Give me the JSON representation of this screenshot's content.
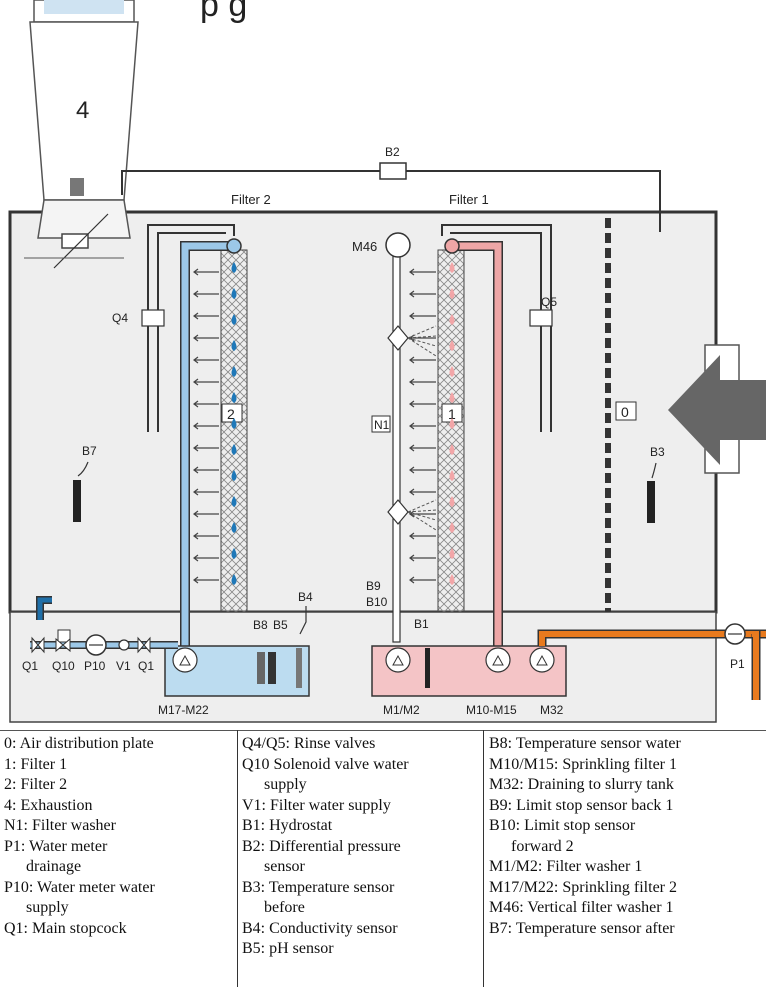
{
  "diagram": {
    "title_fragment": "p g",
    "labels": {
      "exhaust": "4",
      "b2": "B2",
      "filter2": "Filter 2",
      "filter1": "Filter 1",
      "m46": "M46",
      "q4": "Q4",
      "q5": "Q5",
      "box2": "2",
      "n1": "N1",
      "box1": "1",
      "box0": "0",
      "b7": "B7",
      "b3": "B3",
      "b9": "B9",
      "b10": "B10",
      "b4": "B4",
      "b8": "B8",
      "b5": "B5",
      "b1": "B1",
      "q1a": "Q1",
      "q10": "Q10",
      "p10": "P10",
      "v1": "V1",
      "q1b": "Q1",
      "p1": "P1",
      "m17m22": "M17-M22",
      "m1m2": "M1/M2",
      "m10m15": "M10-M15",
      "m32": "M32"
    },
    "colors": {
      "blue_pipe": "#9cc8e8",
      "red_pipe": "#eea6a6",
      "orange_pipe": "#e87a1e",
      "blue_tank": "#bcdcf0",
      "red_tank": "#f4c4c6",
      "frame": "#333333",
      "background": "#eeeeee",
      "arrow": "#666666"
    }
  },
  "legend": {
    "col1": [
      {
        "line1": "0: Air distribution plate"
      },
      {
        "line1": "1: Filter 1"
      },
      {
        "line1": "2: Filter 2"
      },
      {
        "line1": "4: Exhaustion"
      },
      {
        "line1": "N1: Filter washer"
      },
      {
        "line1": "P1: Water meter",
        "line2": "drainage"
      },
      {
        "line1": "P10: Water meter water",
        "line2": "supply"
      },
      {
        "line1": "Q1: Main stopcock"
      }
    ],
    "col2": [
      {
        "line1": "Q4/Q5: Rinse valves"
      },
      {
        "line1": "Q10 Solenoid valve water",
        "line2": "supply"
      },
      {
        "line1": "V1: Filter water supply"
      },
      {
        "line1": "B1: Hydrostat"
      },
      {
        "line1": "B2: Differential pressure",
        "line2": "sensor"
      },
      {
        "line1": "B3: Temperature sensor",
        "line2": "before"
      },
      {
        "line1": "B4: Conductivity sensor"
      },
      {
        "line1": "B5: pH sensor"
      }
    ],
    "col3": [
      {
        "line1": "B8: Temperature sensor water"
      },
      {
        "line1": "M10/M15: Sprinkling filter 1"
      },
      {
        "line1": "M32: Draining to slurry tank"
      },
      {
        "line1": "B9: Limit stop sensor back 1"
      },
      {
        "line1": "B10: Limit stop sensor",
        "line2": "forward 2"
      },
      {
        "line1": "M1/M2: Filter washer 1"
      },
      {
        "line1": "M17/M22: Sprinkling filter 2"
      },
      {
        "line1": "M46: Vertical filter washer 1"
      },
      {
        "line1": "B7: Temperature sensor after"
      }
    ]
  }
}
